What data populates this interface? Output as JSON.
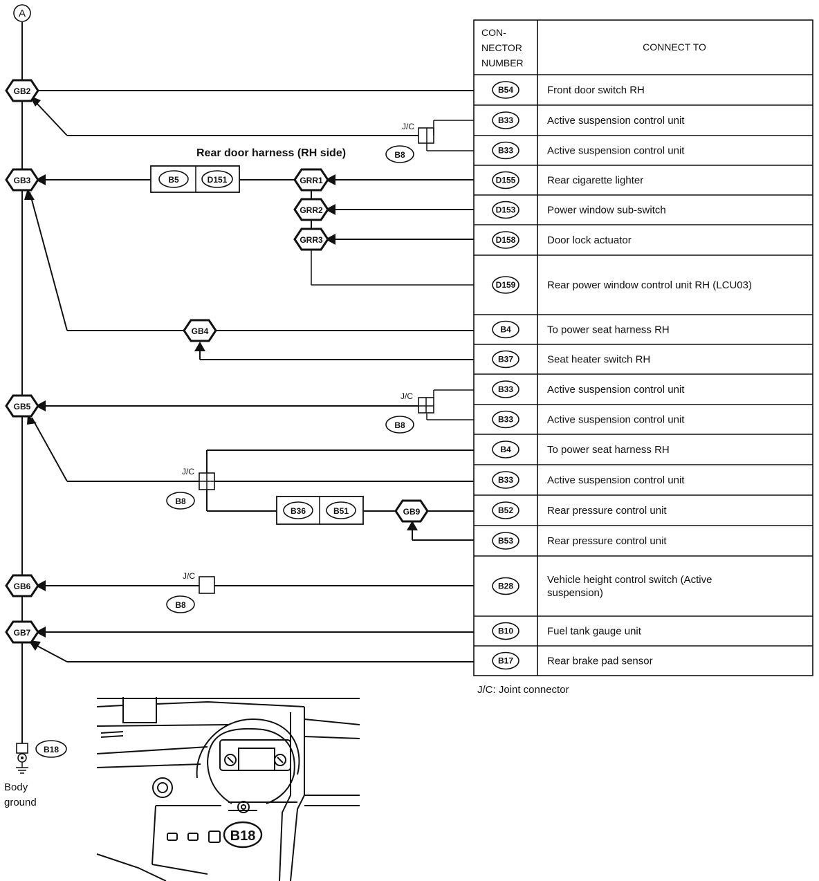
{
  "connector_ref": "A",
  "table": {
    "header_number": [
      "CON-",
      "NECTOR",
      "NUMBER"
    ],
    "header_connect": "CONNECT TO",
    "rows": [
      {
        "num": "B54",
        "desc": "Front door switch RH"
      },
      {
        "num": "B33",
        "desc": "Active suspension control unit"
      },
      {
        "num": "B33",
        "desc": "Active suspension control unit"
      },
      {
        "num": "D155",
        "desc": "Rear cigarette lighter"
      },
      {
        "num": "D153",
        "desc": "Power window sub-switch"
      },
      {
        "num": "D158",
        "desc": "Door lock actuator"
      },
      {
        "num": "D159",
        "desc": "Rear power window control unit RH (LCU03)"
      },
      {
        "num": "B4",
        "desc": "To power seat harness RH"
      },
      {
        "num": "B37",
        "desc": "Seat heater switch RH"
      },
      {
        "num": "B33",
        "desc": "Active suspension control unit"
      },
      {
        "num": "B33",
        "desc": "Active suspension control unit"
      },
      {
        "num": "B4",
        "desc": "To power seat harness RH"
      },
      {
        "num": "B33",
        "desc": "Active suspension control unit"
      },
      {
        "num": "B52",
        "desc": "Rear pressure control unit"
      },
      {
        "num": "B53",
        "desc": "Rear pressure control unit"
      },
      {
        "num": "B28",
        "desc": [
          "Vehicle height control switch (Active",
          "suspension)"
        ]
      },
      {
        "num": "B10",
        "desc": "Fuel tank gauge unit"
      },
      {
        "num": "B17",
        "desc": "Rear brake pad sensor"
      }
    ],
    "footnote": "J/C: Joint connector"
  },
  "grounds": [
    "GB2",
    "GB3",
    "GB5",
    "GB6",
    "GB7"
  ],
  "sub_grounds": [
    "GB4",
    "GB9"
  ],
  "door_grounds": [
    "GRR1",
    "GRR2",
    "GRR3"
  ],
  "harness_label": "Rear door harness (RH side)",
  "harness_connector": "B8",
  "inline_connectors": {
    "door": [
      "B5",
      "D151"
    ],
    "pressure": [
      "B36",
      "B51"
    ]
  },
  "jc_label": "J/C",
  "jc_connector": "B8",
  "body_ground": {
    "connector": "B18",
    "label": [
      "Body",
      "ground"
    ]
  },
  "illustration": {
    "callout": "B18"
  }
}
